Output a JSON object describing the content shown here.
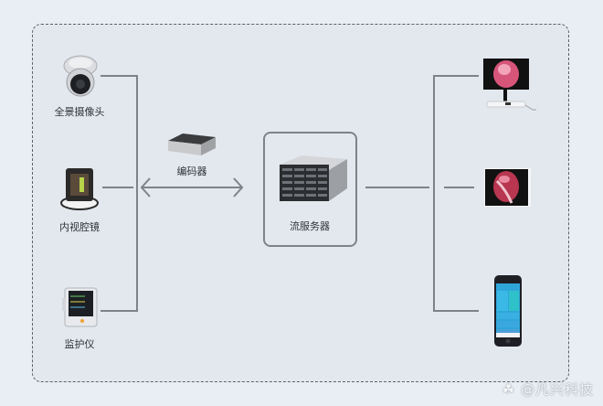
{
  "diagram": {
    "title": "",
    "nodes": {
      "camera": {
        "label": "全景摄像头",
        "icon": "dome-camera-icon"
      },
      "endoscope": {
        "label": "内视腔镜",
        "icon": "endoscope-device-icon"
      },
      "monitor": {
        "label": "监护仪",
        "icon": "patient-monitor-icon"
      },
      "encoder": {
        "label": "编码器",
        "icon": "encoder-box-icon"
      },
      "server": {
        "label": "流服务器",
        "icon": "rack-server-icon"
      },
      "display_station": {
        "label": "",
        "icon": "endoscopy-display-icon"
      },
      "tablet": {
        "label": "",
        "icon": "tablet-icon"
      },
      "phone": {
        "label": "",
        "icon": "smartphone-icon"
      }
    },
    "edges": [
      {
        "from": "camera",
        "to": "encoder",
        "style": "bracket"
      },
      {
        "from": "endoscope",
        "to": "encoder",
        "style": "bracket"
      },
      {
        "from": "monitor",
        "to": "encoder",
        "style": "bracket"
      },
      {
        "from": "encoder",
        "to": "server",
        "style": "double-arrow"
      },
      {
        "from": "server",
        "to": "display_station",
        "style": "bracket"
      },
      {
        "from": "server",
        "to": "tablet",
        "style": "bracket"
      },
      {
        "from": "server",
        "to": "phone",
        "style": "bracket"
      }
    ],
    "colors": {
      "background": "#e9eef4",
      "frame_fill": "#e3e8ef",
      "frame_border": "#5b6168",
      "connector": "#7c838b",
      "label_text": "#2e3338",
      "phone_screen": "#2fa6d9"
    }
  },
  "watermark": {
    "text": "@凡兴科技",
    "icon": "toutiao-logo-icon"
  }
}
